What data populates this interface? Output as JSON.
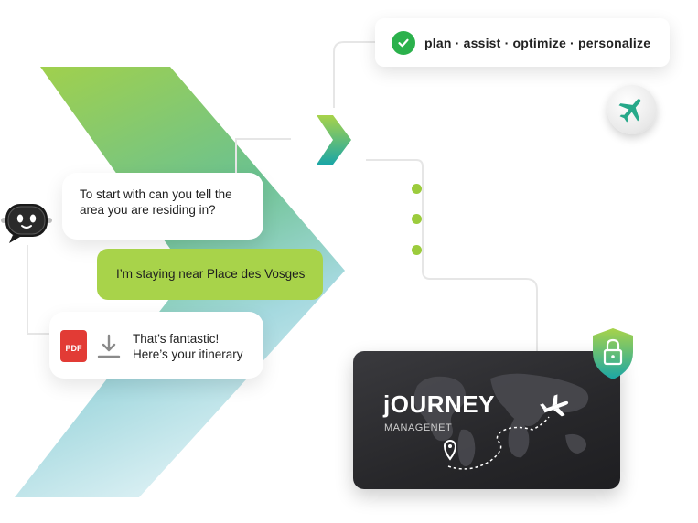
{
  "header": {
    "tagline": "plan · assist · optimize · personalize"
  },
  "chat": {
    "bot_message": "To start with can you tell the area you are residing in?",
    "user_message": "I’m staying near Place des Vosges",
    "bot_reply_line1": "That’s fantastic!",
    "bot_reply_line2": "Here’s your itinerary",
    "pdf_label": "PDF"
  },
  "card": {
    "title": "jOURNEY",
    "subtitle": "MANAGENET"
  },
  "colors": {
    "accent_green": "#a8d34a",
    "check_green": "#2bb14c",
    "teal": "#1aa6a6",
    "pdf_red": "#e23b35",
    "card_dark": "#2b2b2e"
  },
  "icons": [
    "check-icon",
    "plane-icon",
    "chevron-icon",
    "robot-icon",
    "pdf-icon",
    "download-icon",
    "lock-icon",
    "location-pin-icon",
    "world-map"
  ]
}
